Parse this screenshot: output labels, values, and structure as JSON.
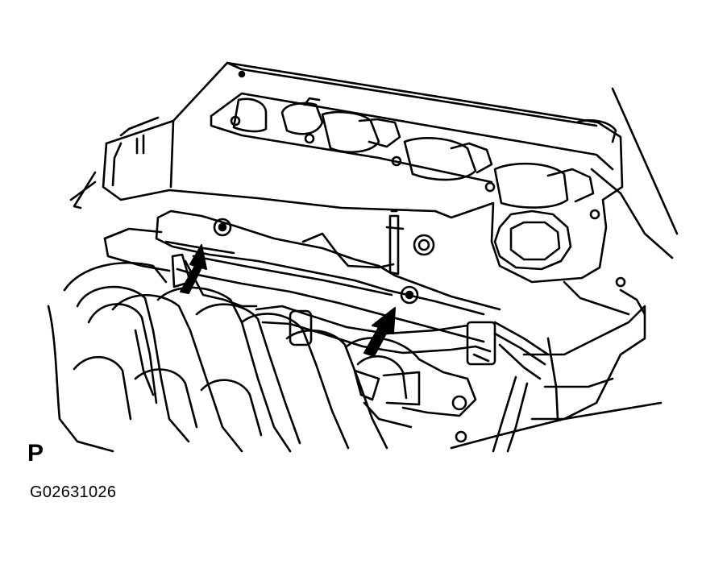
{
  "figure": {
    "view_marker": "P",
    "figure_code": "G02631026"
  },
  "style": {
    "ink": "#000000",
    "paper": "#ffffff"
  },
  "callouts": [
    {
      "name": "upper-bolt-arrow",
      "icon": "arrow-up-right-icon"
    },
    {
      "name": "lower-bolt-arrow",
      "icon": "arrow-up-right-icon"
    }
  ]
}
